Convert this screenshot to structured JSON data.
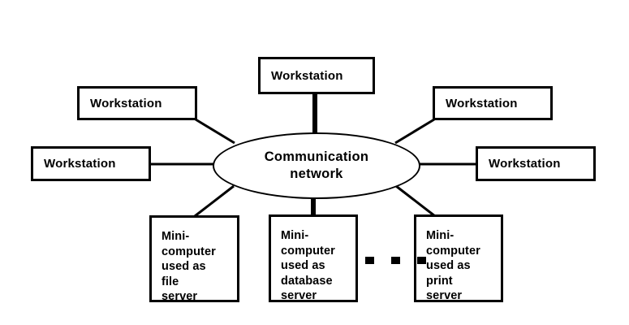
{
  "diagram": {
    "title": "Communication network",
    "hub": {
      "label": "Communication\nnetwork",
      "shape": "ellipse"
    },
    "colors": {
      "background": "#ffffff",
      "stroke": "#000000",
      "text": "#000000"
    },
    "workstations": [
      {
        "id": "workstation-top",
        "label": "Workstation"
      },
      {
        "id": "workstation-upper-left",
        "label": "Workstation"
      },
      {
        "id": "workstation-mid-left",
        "label": "Workstation"
      },
      {
        "id": "workstation-upper-right",
        "label": "Workstation"
      },
      {
        "id": "workstation-mid-right",
        "label": "Workstation"
      }
    ],
    "minicomputers": [
      {
        "id": "minicomputer-file-server",
        "label": "Mini-\ncomputer\nused as\nfile\nserver"
      },
      {
        "id": "minicomputer-database-server",
        "label": "Mini-\ncomputer\nused as\ndatabase\nserver"
      },
      {
        "id": "minicomputer-print-server",
        "label": "Mini-\ncomputer\nused as\nprint\nserver"
      }
    ],
    "ellipsis": {
      "dot_count": 3
    }
  }
}
